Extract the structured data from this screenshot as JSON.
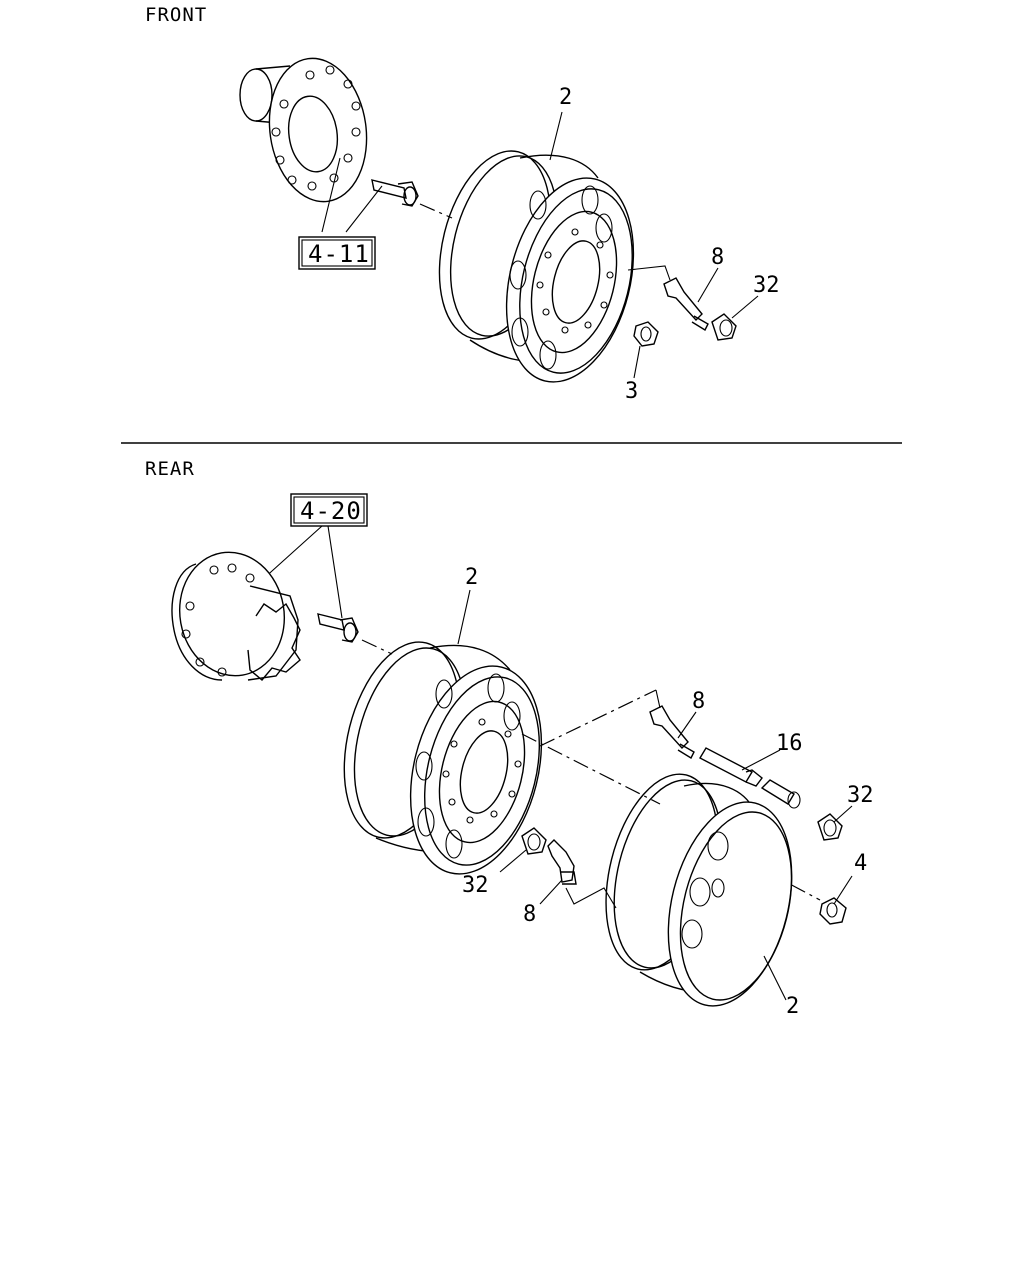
{
  "sections": {
    "front": {
      "title": "FRONT"
    },
    "rear": {
      "title": "REAR"
    }
  },
  "refs": {
    "front_hub": "4-11",
    "rear_hub": "4-20"
  },
  "callouts": {
    "front_wheel": "2",
    "front_nut": "3",
    "front_valve": "8",
    "front_cap": "32",
    "rear_outer_wheel": "2",
    "rear_valve_upper": "8",
    "rear_extension": "16",
    "rear_cap_upper": "32",
    "rear_nut": "4",
    "rear_cap_lower": "32",
    "rear_valve_lower": "8",
    "rear_inner_wheel": "2"
  }
}
